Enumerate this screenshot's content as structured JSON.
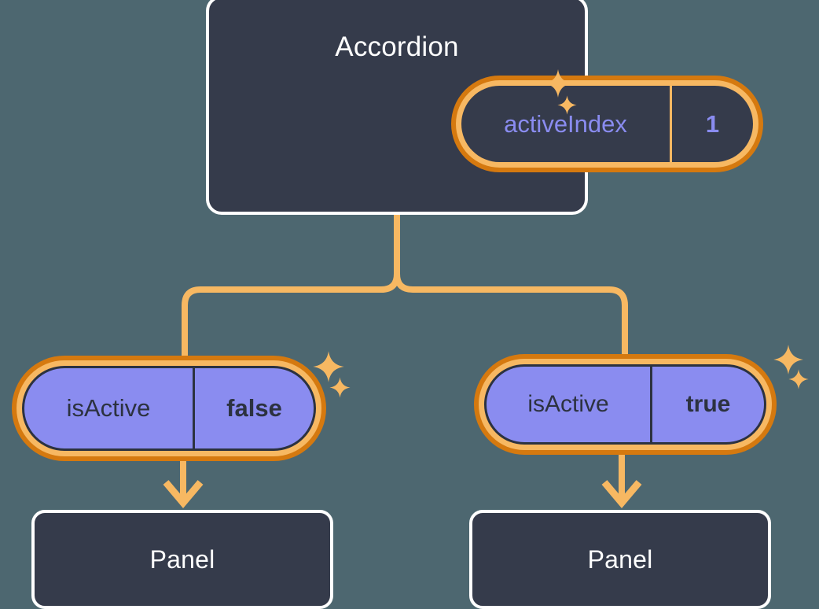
{
  "theme": {
    "background": "#4d6770",
    "card_fill": "#353b4b",
    "card_border": "#ffffff",
    "wire": "#f7b862",
    "ring_outer": "#d5790f",
    "ring_inner": "#f7b862",
    "pill_purple": "#8a8cf0",
    "text_light": "#ffffff",
    "text_periwinkle": "#8a8cf0",
    "text_dark": "#2c3240"
  },
  "root": {
    "title": "Accordion",
    "prop": {
      "key": "activeIndex",
      "value": "1"
    }
  },
  "children": [
    {
      "prop": {
        "key": "isActive",
        "value": "false"
      },
      "panel": {
        "title": "Panel"
      }
    },
    {
      "prop": {
        "key": "isActive",
        "value": "true"
      },
      "panel": {
        "title": "Panel"
      }
    }
  ],
  "icons": {
    "sparkle": "sparkle-icon",
    "arrow": "arrow-down-icon"
  }
}
